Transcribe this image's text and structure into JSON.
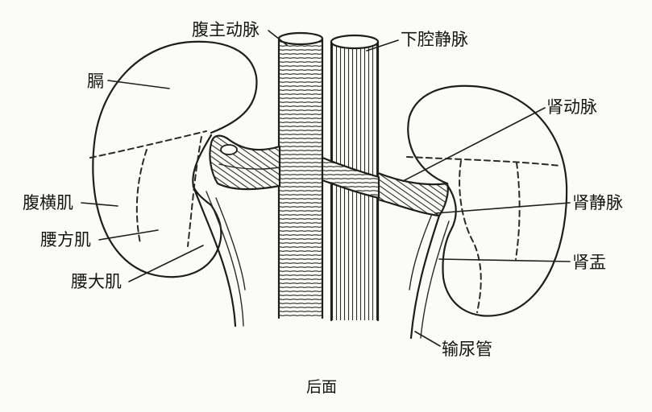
{
  "labels": {
    "abdominal_aorta": "腹主动脉",
    "inferior_vena_cava": "下腔静脉",
    "diaphragm": "膈",
    "renal_artery": "肾动脉",
    "transversus_abdominis": "腹横肌",
    "renal_vein": "肾静脉",
    "quadratus_lumborum": "腰方肌",
    "psoas_major": "腰大肌",
    "renal_pelvis": "肾盂",
    "ureter": "输尿管"
  },
  "caption": "后面"
}
